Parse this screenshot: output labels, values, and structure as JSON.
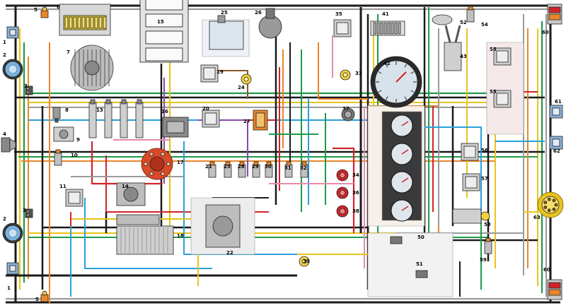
{
  "diagram": {
    "wire_colors": {
      "black": "#1a1a1a",
      "red": "#d0242a",
      "yellow": "#e8c41c",
      "orange": "#e8862a",
      "green": "#1e9a4a",
      "blue": "#2aa0d8",
      "gray": "#9a9a9a",
      "pink": "#e88aa8",
      "violet": "#8a4aa8",
      "white": "#f0f0f0",
      "brown": "#8a5a2a"
    },
    "components": [
      {
        "id": "c1a",
        "label": "1",
        "icon": "headlamp-connector"
      },
      {
        "id": "c1b",
        "label": "1",
        "icon": "headlamp-connector"
      },
      {
        "id": "c2a",
        "label": "2",
        "icon": "headlamp"
      },
      {
        "id": "c2b",
        "label": "2",
        "icon": "headlamp"
      },
      {
        "id": "c3a",
        "label": "3",
        "icon": "connector-block"
      },
      {
        "id": "c3b",
        "label": "3",
        "icon": "connector-block"
      },
      {
        "id": "c4",
        "label": "4",
        "icon": "horn"
      },
      {
        "id": "c5a",
        "label": "5",
        "icon": "side-repeater"
      },
      {
        "id": "c5b",
        "label": "5",
        "icon": "side-repeater"
      },
      {
        "id": "c6",
        "label": "6",
        "icon": "fuse-relay-box"
      },
      {
        "id": "c7",
        "label": "7",
        "icon": "alternator"
      },
      {
        "id": "c8",
        "label": "8",
        "icon": "temperature-sensor"
      },
      {
        "id": "c9",
        "label": "9",
        "icon": "oil-pressure-sensor"
      },
      {
        "id": "c10",
        "label": "10",
        "icon": "switch"
      },
      {
        "id": "c11",
        "label": "11",
        "icon": "relay"
      },
      {
        "id": "c13",
        "label": "13",
        "icon": "spark-plugs"
      },
      {
        "id": "c14",
        "label": "14",
        "icon": "ignition-coil"
      },
      {
        "id": "c15",
        "label": "15",
        "icon": "fuse-block"
      },
      {
        "id": "c16",
        "label": "16",
        "icon": "voltage-regulator"
      },
      {
        "id": "c17",
        "label": "17",
        "icon": "distributor"
      },
      {
        "id": "c18",
        "label": "18",
        "icon": "starter"
      },
      {
        "id": "c19",
        "label": "19",
        "icon": "relay"
      },
      {
        "id": "c20",
        "label": "20",
        "icon": "relay"
      },
      {
        "id": "c21",
        "label": "21",
        "icon": "switch"
      },
      {
        "id": "c22",
        "label": "22",
        "icon": "heater-motor"
      },
      {
        "id": "c23",
        "label": "23",
        "icon": "switch"
      },
      {
        "id": "c24",
        "label": "24",
        "icon": "lamp"
      },
      {
        "id": "c25",
        "label": "25",
        "icon": "washer-reservoir"
      },
      {
        "id": "c26",
        "label": "26",
        "icon": "wiper-motor"
      },
      {
        "id": "c27",
        "label": "27",
        "icon": "ignition-switch"
      },
      {
        "id": "c28",
        "label": "28",
        "icon": "switch"
      },
      {
        "id": "c29",
        "label": "29",
        "icon": "switch"
      },
      {
        "id": "c30",
        "label": "30",
        "icon": "switch"
      },
      {
        "id": "c31",
        "label": "31",
        "icon": "switch"
      },
      {
        "id": "c32",
        "label": "32",
        "icon": "switch"
      },
      {
        "id": "c33",
        "label": "33",
        "icon": "lamp"
      },
      {
        "id": "c34",
        "label": "34",
        "icon": "warning-lamp"
      },
      {
        "id": "c35",
        "label": "35",
        "icon": "relay"
      },
      {
        "id": "c36",
        "label": "36",
        "icon": "warning-lamp"
      },
      {
        "id": "c37",
        "label": "37",
        "icon": "horn-button"
      },
      {
        "id": "c38",
        "label": "38",
        "icon": "warning-lamp"
      },
      {
        "id": "c39",
        "label": "39",
        "icon": "lamp"
      },
      {
        "id": "c41",
        "label": "41",
        "icon": "light-switch"
      },
      {
        "id": "c42",
        "label": "42",
        "icon": "speedometer"
      },
      {
        "id": "c43",
        "label": "43",
        "icon": "stalk-switch"
      },
      {
        "id": "c50",
        "label": "50",
        "icon": "connector"
      },
      {
        "id": "c51",
        "label": "51",
        "icon": "connector"
      },
      {
        "id": "c52",
        "label": "52",
        "icon": "interior-lamp"
      },
      {
        "id": "c53",
        "label": "53",
        "icon": "fuel-sensor"
      },
      {
        "id": "c54",
        "label": "54",
        "icon": "switch"
      },
      {
        "id": "c55a",
        "label": "55",
        "icon": "relay"
      },
      {
        "id": "c55b",
        "label": "55",
        "icon": "relay"
      },
      {
        "id": "c56",
        "label": "56",
        "icon": "relay"
      },
      {
        "id": "c57",
        "label": "57",
        "icon": "relay"
      },
      {
        "id": "c59",
        "label": "59",
        "icon": "switch"
      },
      {
        "id": "c60a",
        "label": "60",
        "icon": "tail-lamp"
      },
      {
        "id": "c60b",
        "label": "60",
        "icon": "tail-lamp"
      },
      {
        "id": "c61",
        "label": "61",
        "icon": "plate-lamp"
      },
      {
        "id": "c62",
        "label": "62",
        "icon": "plate-lamp"
      },
      {
        "id": "c63",
        "label": "63",
        "icon": "trailer-socket"
      }
    ]
  }
}
